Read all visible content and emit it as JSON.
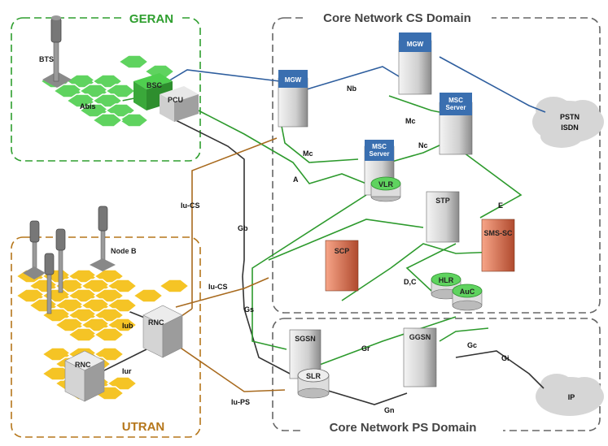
{
  "domains": {
    "geran": "GERAN",
    "utran": "UTRAN",
    "cs": "Core Network CS Domain",
    "ps": "Core Network PS Domain"
  },
  "nodes": {
    "bts": "BTS",
    "bsc": "BSC",
    "pcu": "PCU",
    "nodeb": "Node B",
    "rnc1": "RNC",
    "rnc2": "RNC",
    "mgw1": "MGW",
    "mgw2": "MGW",
    "msc1_a": "MSC",
    "msc1_b": "Server",
    "msc2_a": "MSC",
    "msc2_b": "Server",
    "vlr": "VLR",
    "stp": "STP",
    "smssc": "SMS-SC",
    "scp": "SCP",
    "hlr": "HLR",
    "auc": "AuC",
    "sgsn": "SGSN",
    "slr": "SLR",
    "ggsn": "GGSN",
    "pstn1": "PSTN",
    "pstn2": "ISDN",
    "ip": "IP"
  },
  "interfaces": {
    "abis": "Abis",
    "a": "A",
    "mc1": "Mc",
    "mc2": "Mc",
    "nb": "Nb",
    "nc": "Nc",
    "e": "E",
    "iucs1": "Iu-CS",
    "iucs2": "Iu-CS",
    "gb": "Gb",
    "gs": "Gs",
    "dc": "D,C",
    "gr": "Gr",
    "gc": "Gc",
    "gi": "Gi",
    "gn": "Gn",
    "iub": "Iub",
    "iur": "Iur",
    "iups": "Iu-PS"
  },
  "colors": {
    "geran": "#2e9e2e",
    "utran": "#b5761a",
    "core": "#666666",
    "green_link": "#2d9a2d",
    "blue_link": "#2e5e9e",
    "brown_link": "#a86a1e",
    "dark_link": "#333333",
    "hex_green": "#5fd35f",
    "hex_yellow": "#f5c425",
    "server_blue": "#3a6fb0",
    "server_red": "#e07a5f"
  }
}
